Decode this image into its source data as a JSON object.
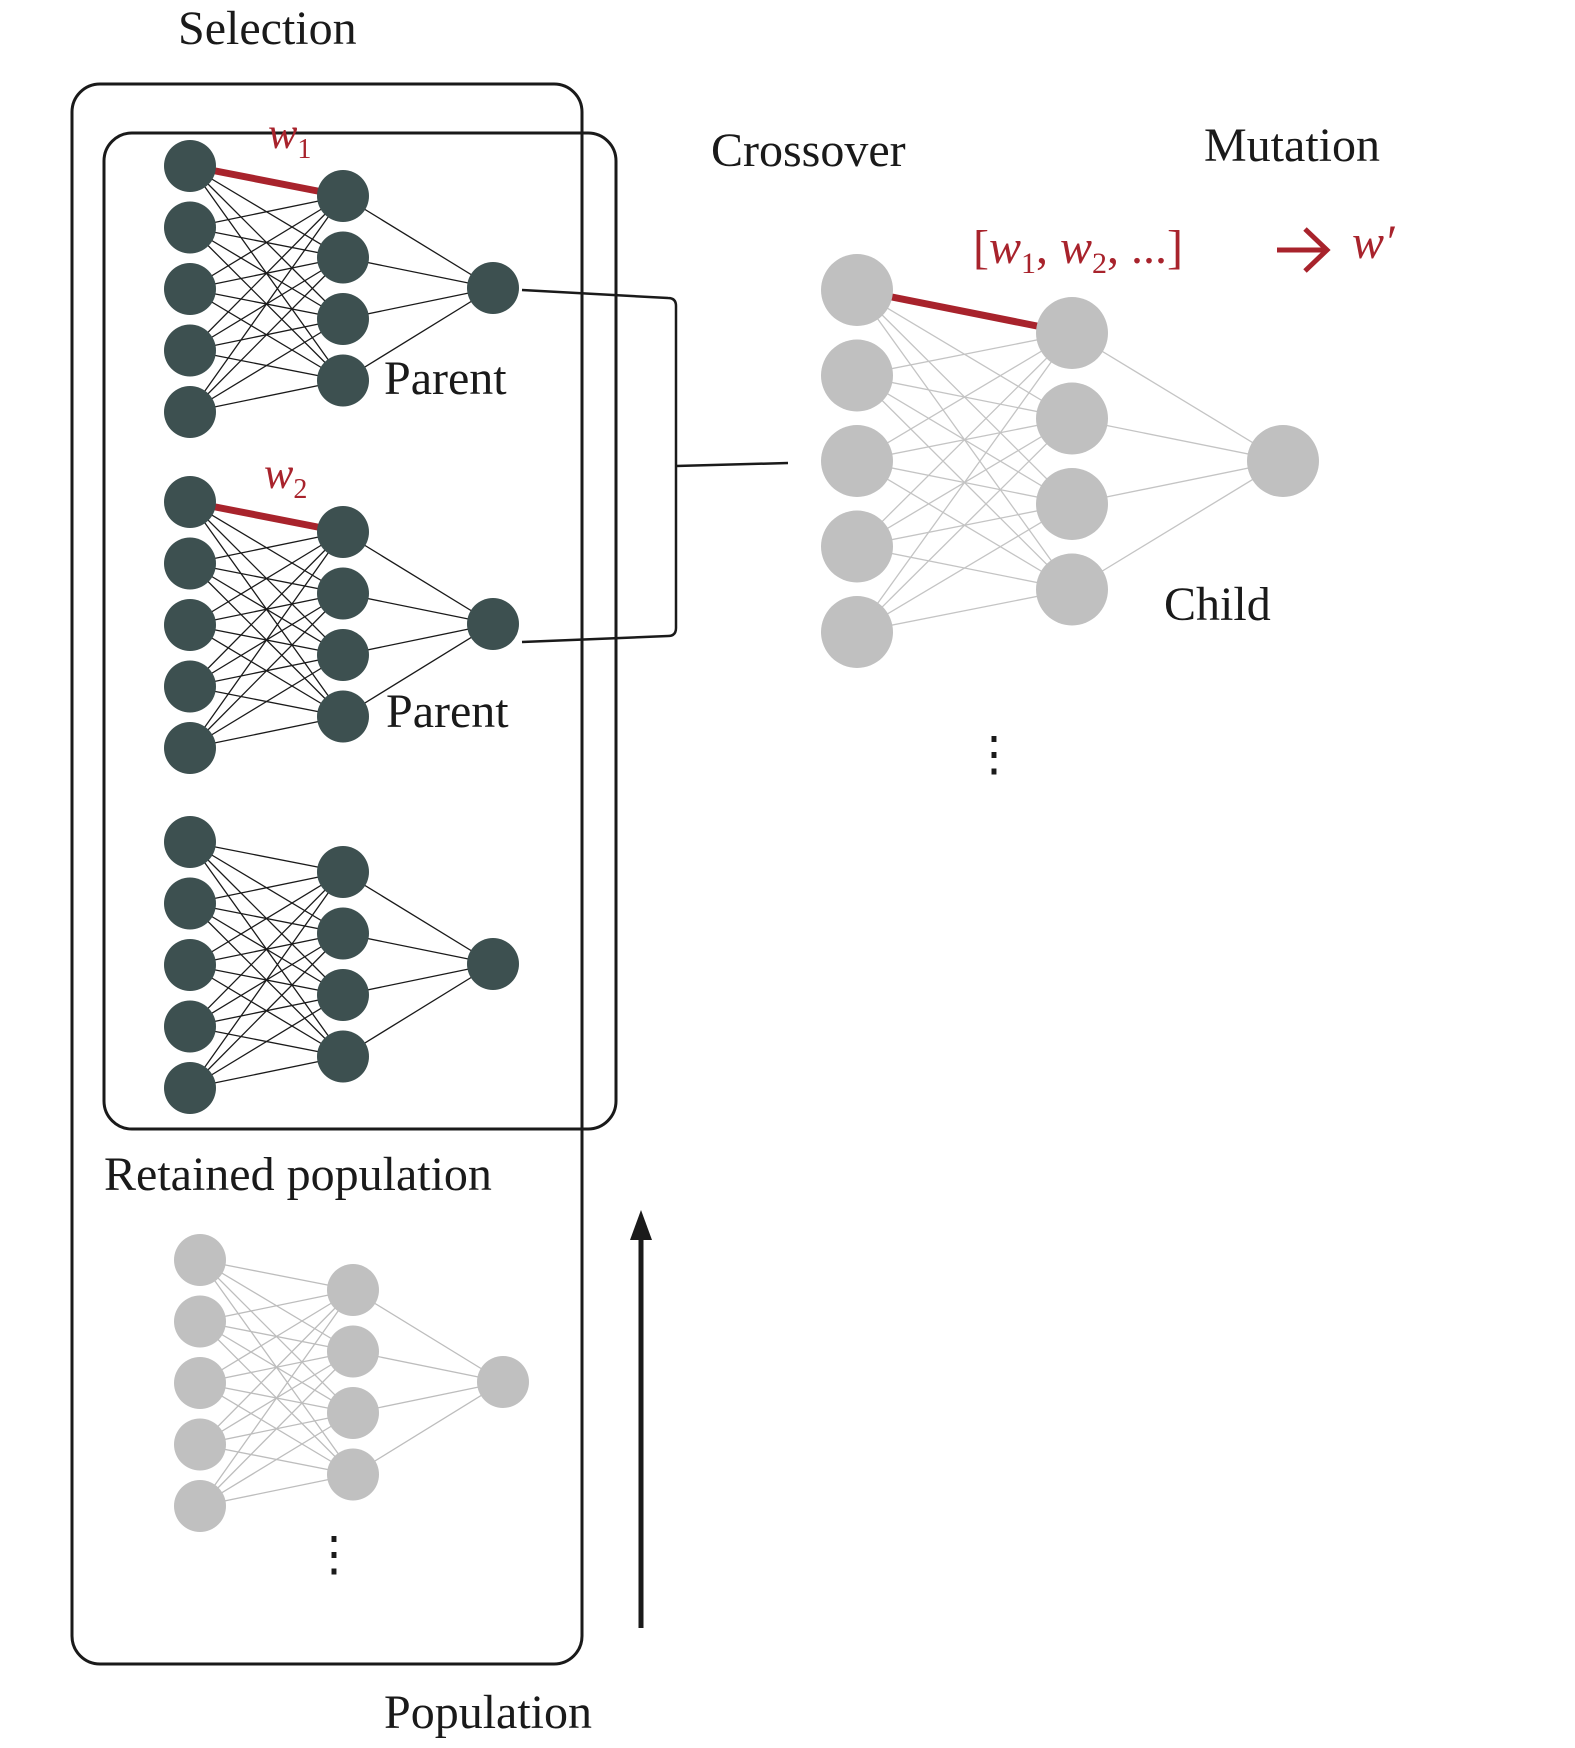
{
  "labels": {
    "selection": "Selection",
    "crossover": "Crossover",
    "mutation": "Mutation",
    "parent_1": "Parent",
    "parent_2": "Parent",
    "child": "Child",
    "retained_population": "Retained population",
    "population": "Population"
  },
  "weights": {
    "w1_base": "w",
    "w1_sub": "1",
    "w2_base": "w",
    "w2_sub": "2",
    "vector_open": "[",
    "vector_w": "w",
    "vector_sub1": "1",
    "vector_sep1": ", ",
    "vector_sub2": "2",
    "vector_tail": ", ...]",
    "mutated": "w′",
    "arrow_glyph": "→"
  },
  "ellipsis": {
    "child_more": "⋮",
    "population_more": "⋮"
  },
  "colors": {
    "dark_node": "#3d5050",
    "light_node": "#c0c0c0",
    "highlight": "#a8232c",
    "frame": "#1a1a1a"
  }
}
